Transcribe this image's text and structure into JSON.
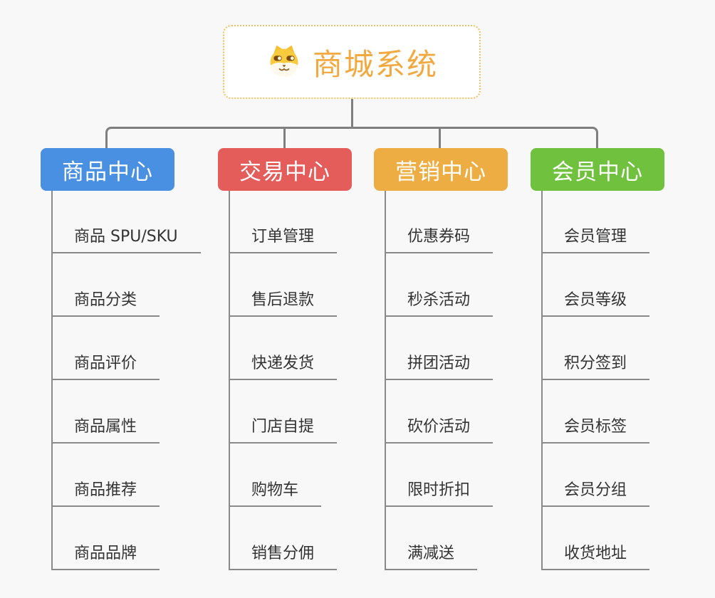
{
  "page": {
    "background": "#F8F8F8"
  },
  "root": {
    "label": "商城系统",
    "icon": "dog-face-icon",
    "text_color": "#F2A93F",
    "border_color": "#F6BE5F"
  },
  "lines": {
    "connector_color": "#7F7F7F",
    "branch_line_color": "#8A8A8A"
  },
  "branches": [
    {
      "label": "商品中心",
      "color": "#4A90E2",
      "children": [
        "商品 SPU/SKU",
        "商品分类",
        "商品评价",
        "商品属性",
        "商品推荐",
        "商品品牌"
      ]
    },
    {
      "label": "交易中心",
      "color": "#E45D5B",
      "children": [
        "订单管理",
        "售后退款",
        "快递发货",
        "门店自提",
        "购物车",
        "销售分佣"
      ]
    },
    {
      "label": "营销中心",
      "color": "#EDAD43",
      "children": [
        "优惠券码",
        "秒杀活动",
        "拼团活动",
        "砍价活动",
        "限时折扣",
        "满减送"
      ]
    },
    {
      "label": "会员中心",
      "color": "#70C13E",
      "children": [
        "会员管理",
        "会员等级",
        "积分签到",
        "会员标签",
        "会员分组",
        "收货地址"
      ]
    }
  ]
}
